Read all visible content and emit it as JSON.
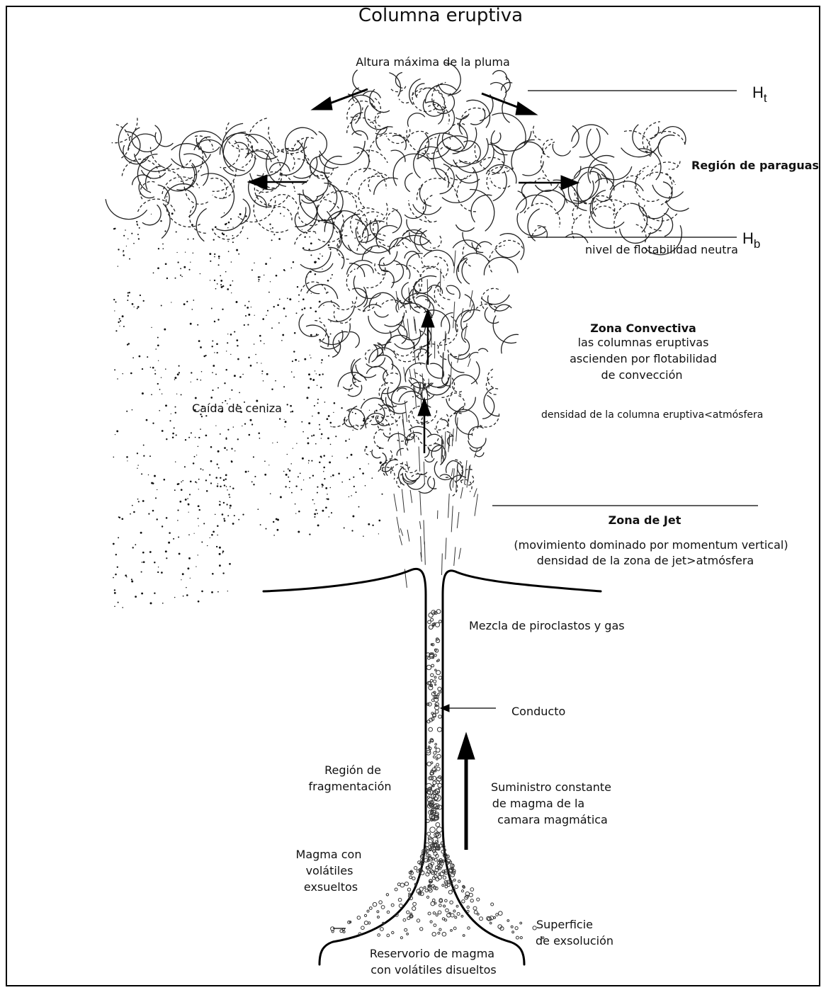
{
  "title": "Columna eruptiva",
  "labels": {
    "max_height": "Altura máxima de la pluma",
    "ht_main": "H",
    "ht_sub": "t",
    "umbrella": "Región de paraguas",
    "hb_main": "H",
    "hb_sub": "b",
    "neutral_buoyancy": "nivel de flotabilidad neutra",
    "convective_title": "Zona Convectiva",
    "convective_line1": "las columnas eruptivas",
    "convective_line2": "ascienden por flotabilidad",
    "convective_line3": "de convección",
    "convective_density": "densidad de la columna eruptiva<atmósfera",
    "ash_fall": "Caída de ceniza",
    "jet_title": "Zona de Jet",
    "jet_line1": "(movimiento dominado por momentum vertical)",
    "jet_line2": "densidad de la zona de jet>atmósfera",
    "mixture": "Mezcla de piroclastos y gas",
    "conduit": "Conducto",
    "fragmentation_line1": "Región de",
    "fragmentation_line2": "fragmentación",
    "supply_line1": "Suministro constante",
    "supply_line2": "de magma de la",
    "supply_line3": "camara magmática",
    "exsolved_line1": "Magma con",
    "exsolved_line2": "volátiles",
    "exsolved_line3": "exsueltos",
    "exsolution_line1": "Superficie",
    "exsolution_line2": "de exsolución",
    "reservoir_line1": "Reservorio de magma",
    "reservoir_line2": "con volátiles disueltos"
  },
  "colors": {
    "ink": "#111111",
    "background": "#ffffff"
  }
}
